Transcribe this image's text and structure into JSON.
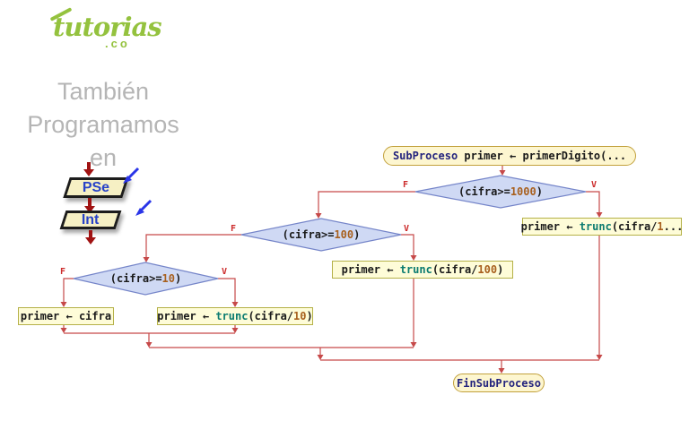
{
  "brand": {
    "logo_text": "tutorias",
    "logo_tld": ".co",
    "tagline_lines": [
      "También",
      "Programamos",
      "en"
    ],
    "pse_label": "PSe",
    "int_label": "Int",
    "green": "#94c23e"
  },
  "flowchart": {
    "label_false": "F",
    "label_true": "V",
    "start": {
      "keyword": "SubProceso",
      "rest": " primer ← primerDigito(..."
    },
    "end": {
      "keyword": "FinSubProceso"
    },
    "decisions": [
      {
        "pre": "(cifra>=",
        "num": "1000",
        "post": ")"
      },
      {
        "pre": "(cifra>=",
        "num": "100",
        "post": ")"
      },
      {
        "pre": "(cifra>=",
        "num": "10",
        "post": ")"
      }
    ],
    "processes": [
      {
        "pre": "primer ← ",
        "fn": "trunc",
        "mid": "(cifra/",
        "num": "1",
        "post": "..."
      },
      {
        "pre": "primer ← ",
        "fn": "trunc",
        "mid": "(cifra/",
        "num": "100",
        "post": ")"
      },
      {
        "pre": "primer ← cifra",
        "fn": "",
        "mid": "",
        "num": "",
        "post": ""
      },
      {
        "pre": "primer ← ",
        "fn": "trunc",
        "mid": "(cifra/",
        "num": "10",
        "post": ")"
      }
    ],
    "colors": {
      "line": "#c64949",
      "diamond_fill": "#cfd9f4",
      "diamond_border": "#7585c9",
      "box_fill": "#fefcd8",
      "box_border": "#b5b148",
      "stadium_border": "#c2a13c",
      "keyword": "#24247e",
      "function": "#0b7b70",
      "number": "#a8601e",
      "branch_label": "#cc2b2b"
    }
  }
}
